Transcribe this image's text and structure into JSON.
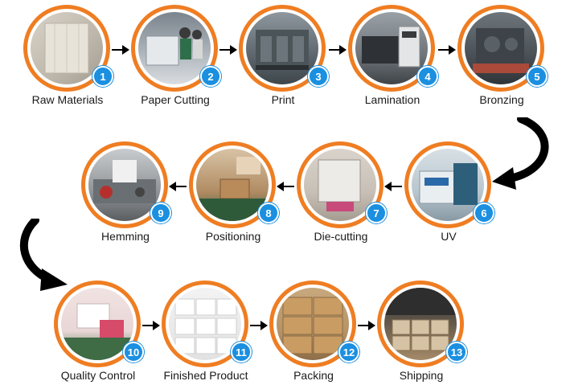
{
  "steps": [
    {
      "num": "1",
      "label": "Raw Materials",
      "icon": "raw-materials-photo",
      "bg": "#c9c3b8"
    },
    {
      "num": "2",
      "label": "Paper Cutting",
      "icon": "paper-cutting-photo",
      "bg": "#9aa3ab"
    },
    {
      "num": "3",
      "label": "Print",
      "icon": "print-photo",
      "bg": "#5f6b72"
    },
    {
      "num": "4",
      "label": "Lamination",
      "icon": "lamination-photo",
      "bg": "#6e747a"
    },
    {
      "num": "5",
      "label": "Bronzing",
      "icon": "bronzing-photo",
      "bg": "#4d545a"
    },
    {
      "num": "6",
      "label": "UV",
      "icon": "uv-photo",
      "bg": "#b8c6cf"
    },
    {
      "num": "7",
      "label": "Die-cutting",
      "icon": "die-cutting-photo",
      "bg": "#c8c0b6"
    },
    {
      "num": "8",
      "label": "Positioning",
      "icon": "positioning-photo",
      "bg": "#b08b62"
    },
    {
      "num": "9",
      "label": "Hemming",
      "icon": "hemming-photo",
      "bg": "#8f9396"
    },
    {
      "num": "10",
      "label": "Quality Control",
      "icon": "quality-control-photo",
      "bg": "#e9d6d6"
    },
    {
      "num": "11",
      "label": "Finished Product",
      "icon": "finished-product-photo",
      "bg": "#e7e7e7"
    },
    {
      "num": "12",
      "label": "Packing",
      "icon": "packing-photo",
      "bg": "#b69367"
    },
    {
      "num": "13",
      "label": "Shipping",
      "icon": "shipping-photo",
      "bg": "#a48a68"
    }
  ],
  "colors": {
    "ring": "#ef7d22",
    "badge": "#1b8fe0",
    "arrow": "#000000"
  }
}
